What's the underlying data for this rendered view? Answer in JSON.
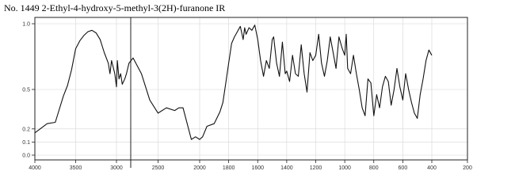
{
  "title": "No. 1449 2-Ethyl-4-hydroxy-5-methyl-3(2H)-furanone IR",
  "chart_data": {
    "type": "line",
    "title": "No. 1449 2-Ethyl-4-hydroxy-5-methyl-3(2H)-furanone IR",
    "xlabel": "",
    "ylabel": "",
    "x_axis_reversed": true,
    "x_ticks": [
      {
        "value": 4000,
        "label": "4000"
      },
      {
        "value": 3500,
        "label": "3500"
      },
      {
        "value": 3000,
        "label": "3000"
      },
      {
        "value": 2500,
        "label": "2500"
      },
      {
        "value": 2000,
        "label": "2000"
      },
      {
        "value": 1800,
        "label": "1800"
      },
      {
        "value": 1600,
        "label": "1600"
      },
      {
        "value": 1400,
        "label": "1400"
      },
      {
        "value": 1200,
        "label": "1200"
      },
      {
        "value": 1000,
        "label": "1000"
      },
      {
        "value": 800,
        "label": "800"
      },
      {
        "value": 600,
        "label": "600"
      },
      {
        "value": 400,
        "label": "400"
      },
      {
        "value": 200,
        "label": "200"
      }
    ],
    "y_ticks": [
      {
        "value": 0.0,
        "label": "0.0"
      },
      {
        "value": 0.1,
        "label": "0.1"
      },
      {
        "value": 0.2,
        "label": "0.2"
      },
      {
        "value": 0.5,
        "label": "0.5"
      },
      {
        "value": 1.0,
        "label": "1.0"
      }
    ],
    "ylim": [
      0,
      1
    ],
    "series": [
      {
        "x": [
          4000,
          3850,
          3750,
          3700,
          3650,
          3600,
          3550,
          3500,
          3450,
          3400,
          3350,
          3300,
          3250,
          3200,
          3150,
          3100,
          3080,
          3060,
          3020,
          3000,
          2990,
          2970,
          2950,
          2930,
          2900,
          2880,
          2850,
          2800,
          2700,
          2600,
          2500,
          2400,
          2300,
          2250,
          2200,
          2100,
          2050,
          2000,
          1980,
          1950,
          1900,
          1860,
          1840,
          1820,
          1800,
          1780,
          1760,
          1740,
          1720,
          1710,
          1700,
          1690,
          1680,
          1660,
          1640,
          1620,
          1600,
          1580,
          1560,
          1540,
          1520,
          1500,
          1490,
          1470,
          1450,
          1430,
          1410,
          1400,
          1380,
          1360,
          1340,
          1320,
          1300,
          1280,
          1260,
          1240,
          1220,
          1200,
          1180,
          1160,
          1140,
          1120,
          1100,
          1080,
          1060,
          1040,
          1020,
          1000,
          990,
          980,
          960,
          940,
          920,
          900,
          880,
          860,
          840,
          820,
          800,
          780,
          760,
          740,
          720,
          700,
          680,
          660,
          640,
          620,
          600,
          580,
          560,
          540,
          520,
          500,
          480,
          460,
          440,
          420,
          400
        ],
        "y": [
          0.17,
          0.24,
          0.25,
          0.35,
          0.45,
          0.53,
          0.65,
          0.81,
          0.87,
          0.91,
          0.94,
          0.95,
          0.93,
          0.88,
          0.78,
          0.7,
          0.62,
          0.72,
          0.62,
          0.52,
          0.72,
          0.58,
          0.62,
          0.54,
          0.58,
          0.62,
          0.7,
          0.74,
          0.62,
          0.42,
          0.32,
          0.36,
          0.34,
          0.36,
          0.36,
          0.12,
          0.14,
          0.12,
          0.14,
          0.22,
          0.24,
          0.33,
          0.4,
          0.55,
          0.7,
          0.85,
          0.9,
          0.94,
          0.98,
          0.93,
          0.88,
          0.97,
          0.92,
          0.97,
          0.95,
          0.99,
          0.88,
          0.72,
          0.6,
          0.72,
          0.66,
          0.88,
          0.9,
          0.7,
          0.6,
          0.86,
          0.62,
          0.64,
          0.56,
          0.76,
          0.62,
          0.6,
          0.84,
          0.62,
          0.48,
          0.78,
          0.72,
          0.76,
          0.92,
          0.7,
          0.6,
          0.72,
          0.9,
          0.78,
          0.66,
          0.9,
          0.82,
          0.76,
          0.92,
          0.66,
          0.62,
          0.76,
          0.62,
          0.5,
          0.36,
          0.3,
          0.58,
          0.55,
          0.3,
          0.46,
          0.36,
          0.52,
          0.6,
          0.56,
          0.38,
          0.5,
          0.66,
          0.52,
          0.42,
          0.62,
          0.5,
          0.4,
          0.32,
          0.28,
          0.46,
          0.58,
          0.72,
          0.8,
          0.76
        ]
      }
    ]
  }
}
